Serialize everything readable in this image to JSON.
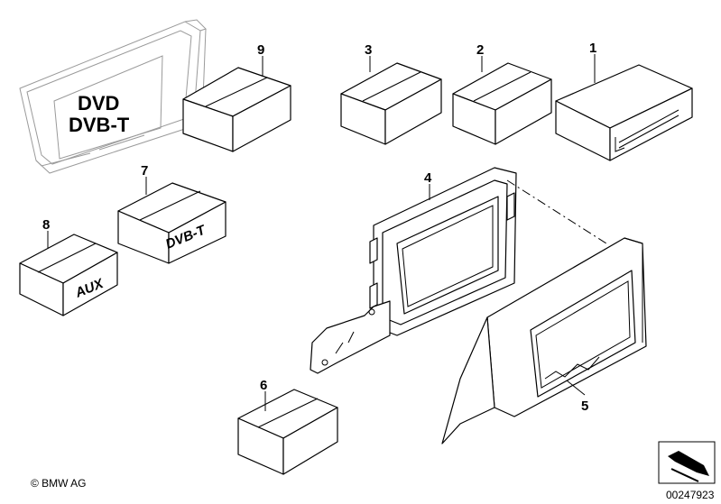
{
  "callouts": {
    "c1": "1",
    "c2": "2",
    "c3": "3",
    "c4": "4",
    "c5": "5",
    "c6": "6",
    "c7": "7",
    "c8": "8",
    "c9": "9"
  },
  "box_texts": {
    "dvd_line1": "DVD",
    "dvd_line2": "DVB-T",
    "box7": "DVB-T",
    "box8": "AUX"
  },
  "footer": {
    "copyright": "© BMW AG",
    "diagram_number": "00247923"
  }
}
